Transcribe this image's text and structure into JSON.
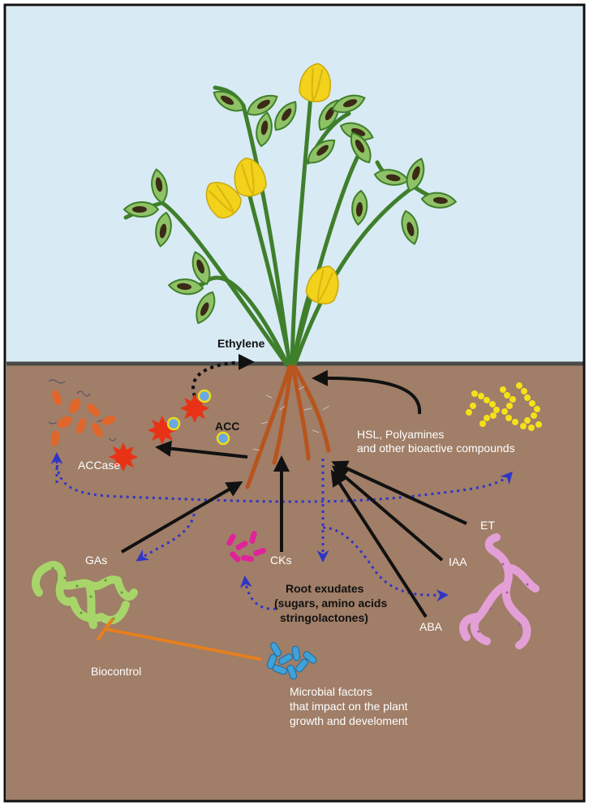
{
  "colors": {
    "sky": "#d8eaf3",
    "soil": "#a07e68",
    "ground_line": "#4a4a48",
    "frame": "#111111",
    "stem": "#3f7f2c",
    "leaf": "#8fc266",
    "leaf_spot": "#3a2a16",
    "flower": "#f2d21a",
    "root": "#b8541c",
    "hormone_arrow": "#111111",
    "microbe_flow": "#2f35c8",
    "biocontrol": "#e57f1e",
    "cytokinin_microbes": "#e0239a",
    "root_microbe_pink": "#e3a0d6",
    "root_microbe_green": "#a8d56a",
    "bioactive_compounds": "#f4e11a",
    "biocontrol_bacteria": "#3fa2d8",
    "acc_bacteria": "#e0662b",
    "acc_molecule": "#e83216",
    "acc_disc": "#2d6ad0"
  },
  "icons": [
    "flowering-plant-icon",
    "root-system-icon",
    "rhizobacteria-icon",
    "acc-molecule-icon",
    "fungal-hyphae-icon",
    "rod-bacteria-icon",
    "coccus-chain-icon"
  ],
  "labels": {
    "ethylene": "Ethylene",
    "acc": "ACC",
    "accase": "ACCase",
    "hsl_line1": "HSL, Polyamines",
    "hsl_line2": "and other bioactive compounds",
    "et": "ET",
    "iaa": "IAA",
    "aba": "ABA",
    "gas": "GAs",
    "cks": "CKs",
    "exudates_line1": "Root exudates",
    "exudates_line2": "(sugars, amino acids",
    "exudates_line3": "stringolactones)",
    "biocontrol": "Biocontrol",
    "microbial_line1": "Microbial factors",
    "microbial_line2": "that impact on the plant",
    "microbial_line3": "growth and develoment"
  }
}
